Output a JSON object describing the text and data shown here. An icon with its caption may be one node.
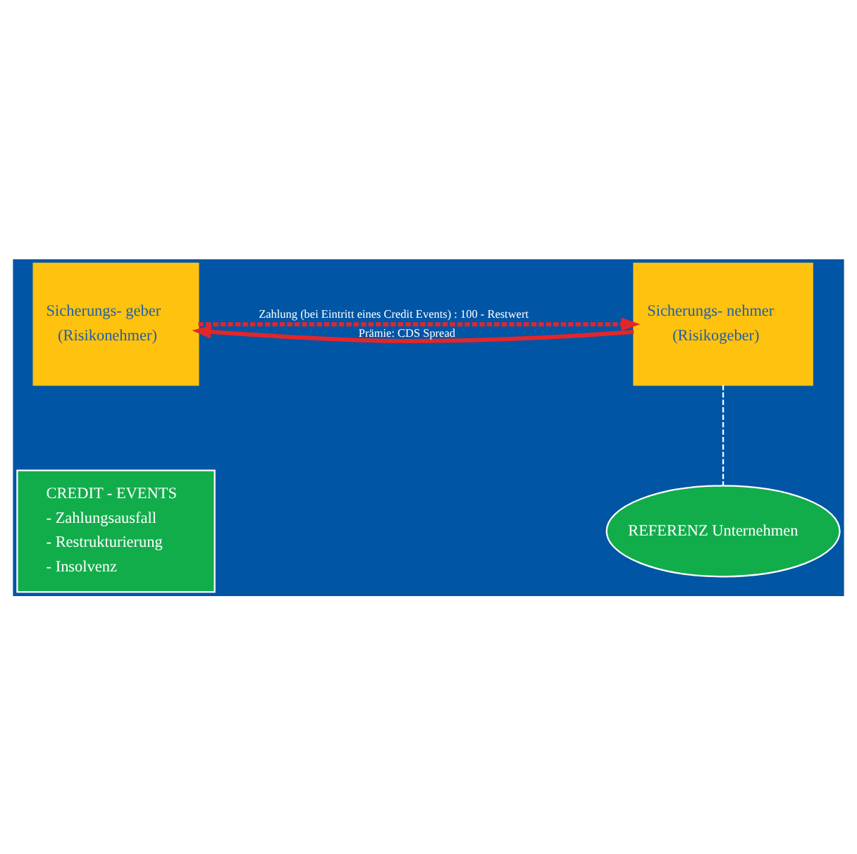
{
  "diagram": {
    "nodes": [
      {
        "text": [
          "Sicherungs- geber",
          "(Risikonehmer)"
        ]
      },
      {
        "text": [
          "Sicherungs- nehmer",
          "(Risikogeber)"
        ]
      },
      {
        "text": [
          "CREDIT - EVENTS",
          "- Zahlungsausfall",
          "- Restrukturierung",
          "- Insolvenz"
        ]
      },
      {
        "text": [
          "REFERENZ Unternehmen"
        ]
      }
    ],
    "edges": [
      {
        "from": 1,
        "to": 0,
        "arrow": "to",
        "label": "Prämie: CDS Spread",
        "color": "#e2262a"
      },
      {
        "from": 0,
        "to": 1,
        "arrow": "to",
        "label": "Zahlung (bei Eintritt eines Credit Events) : 100 - Restwert",
        "style": "dashed",
        "color": "#e2262a"
      },
      {
        "from": 1,
        "to": 3,
        "arrow": "none",
        "style": "dashed",
        "color": "#ffffff"
      }
    ]
  }
}
